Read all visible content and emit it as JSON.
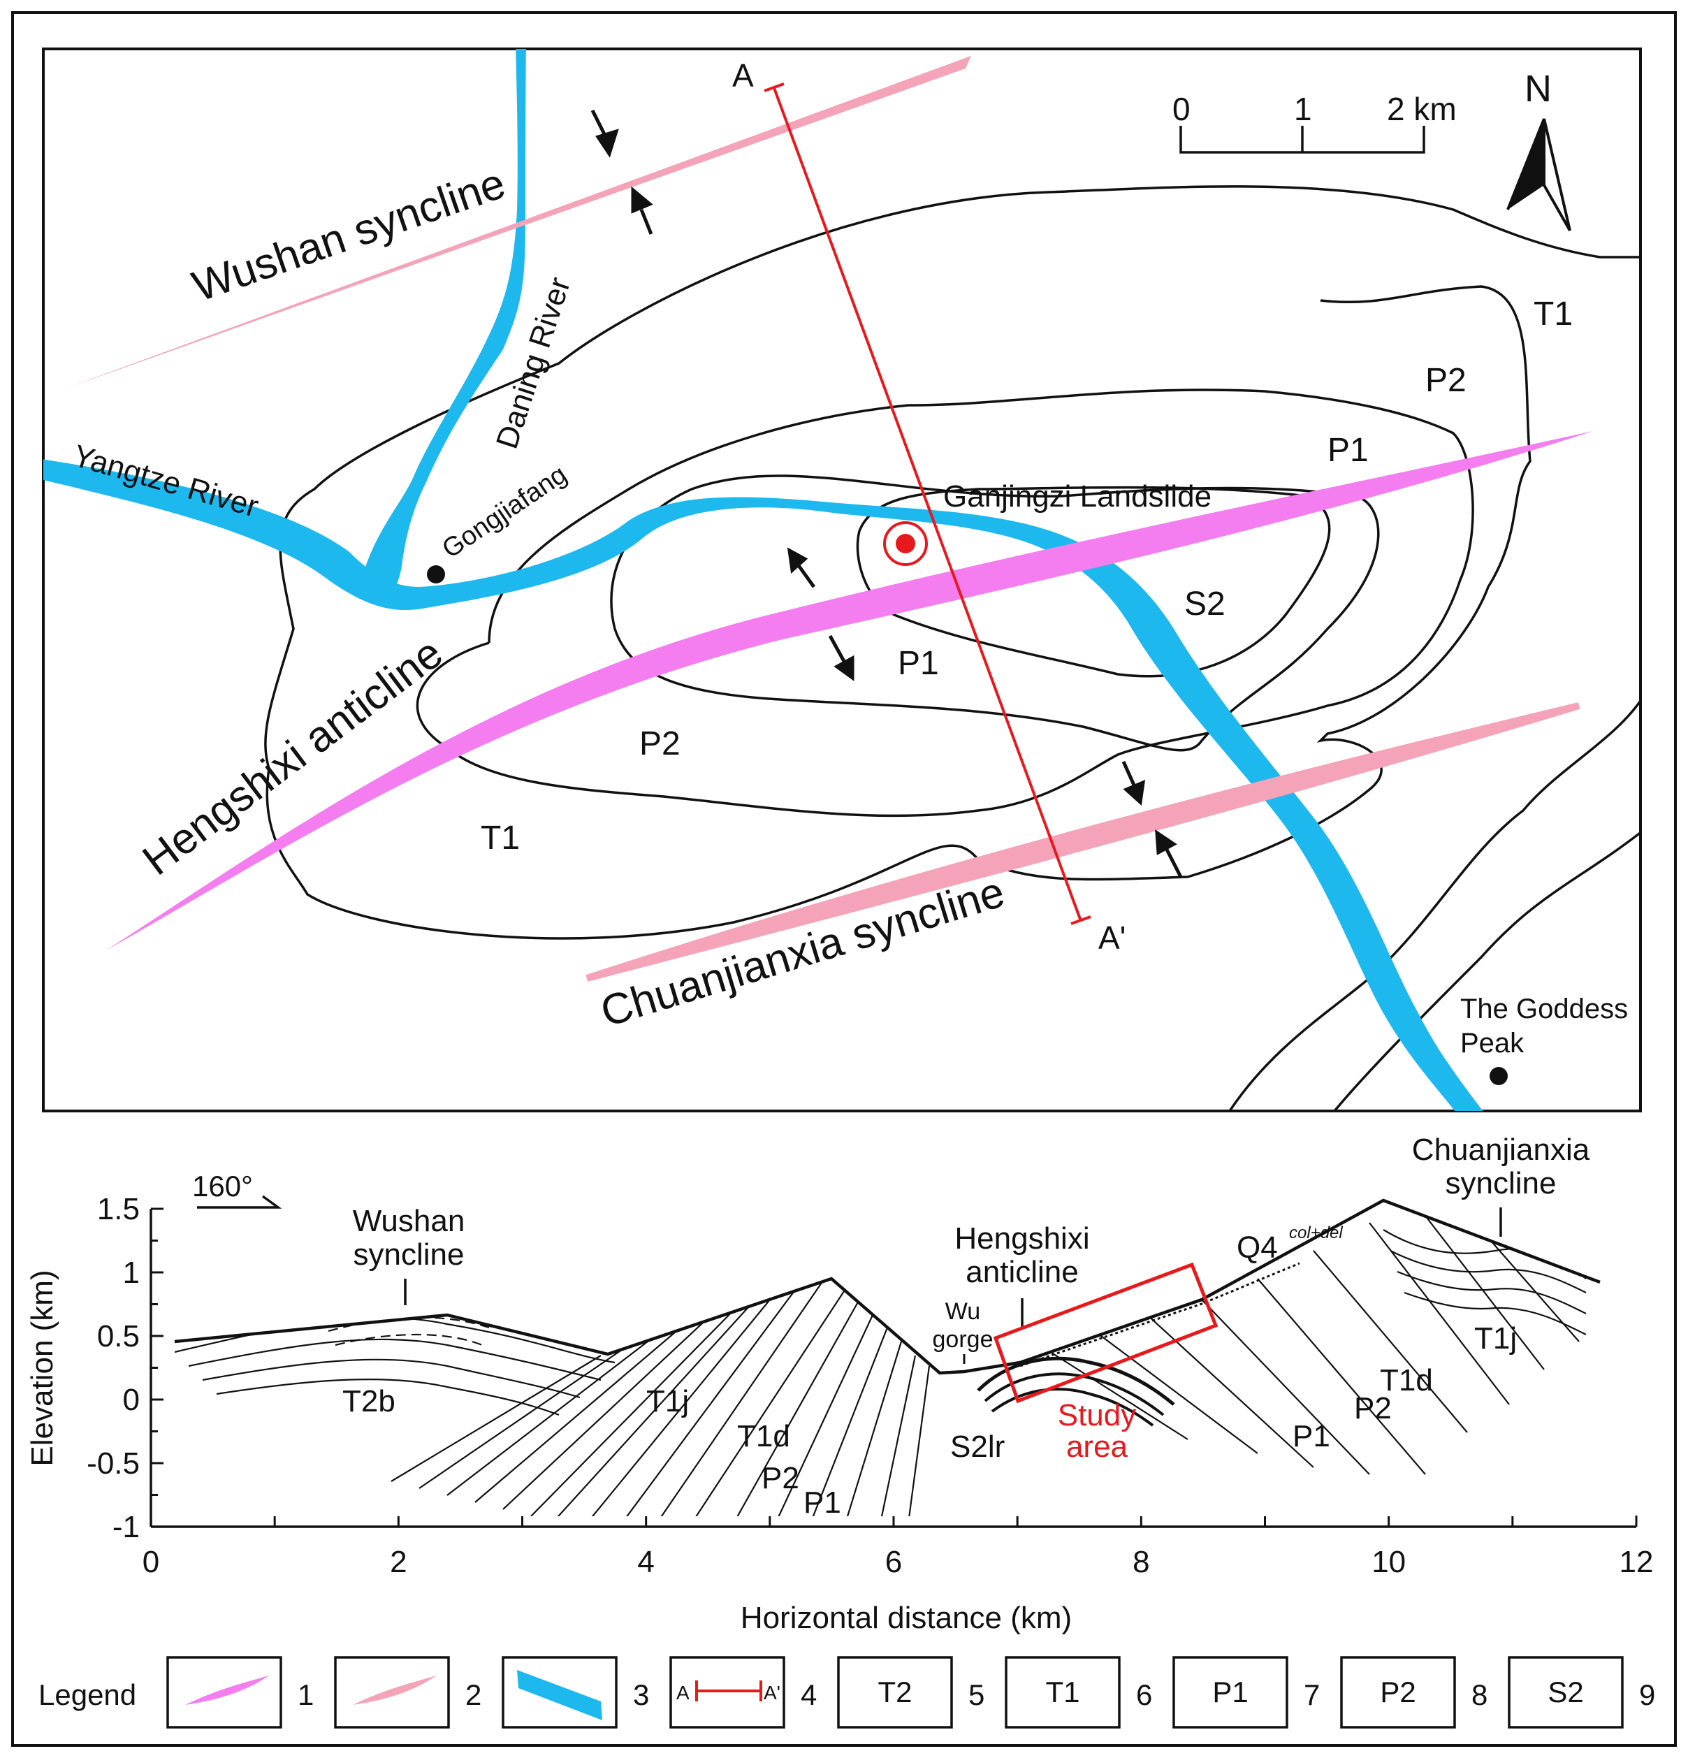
{
  "colors": {
    "anticline": "#f47ef0",
    "syncline": "#f4a3b8",
    "river": "#1cb8ee",
    "section_line": "#e8191d",
    "study_area": "#e8191d",
    "outline": "#111111"
  },
  "map": {
    "north_label": "N",
    "scale_ticks": [
      "0",
      "1",
      "2 km"
    ],
    "section_start": "A",
    "section_end": "A'",
    "folds": {
      "wushan": "Wushan syncline",
      "hengshixi": "Hengshixi anticline",
      "chuanjianxia": "Chuanjianxia syncline"
    },
    "rivers": {
      "yangtze": "Yangtze River",
      "daning": "Daning River"
    },
    "places": {
      "gongjiafang": "Gongjiafang",
      "landslide": "Ganjingzi Landslide",
      "goddess_line1": "The Goddess",
      "goddess_line2": "Peak"
    },
    "strata": {
      "t1_ne": "T1",
      "p2_ne": "P2",
      "p1_ne": "P1",
      "s2": "S2",
      "p1_inner": "P1",
      "p2_w": "P2",
      "t1_w": "T1"
    }
  },
  "section": {
    "direction": "160°",
    "xlabel": "Horizontal distance (km)",
    "ylabel": "Elevation (km)",
    "x_ticks": [
      "0",
      "2",
      "4",
      "6",
      "8",
      "10",
      "12"
    ],
    "y_ticks": [
      "1.5",
      "1",
      "0.5",
      "0",
      "-0.5",
      "-1"
    ],
    "xlim": [
      0,
      12
    ],
    "ylim": [
      -1,
      1.5
    ],
    "labels": {
      "wushan_1": "Wushan",
      "wushan_2": "syncline",
      "hengshixi_1": "Hengshixi",
      "hengshixi_2": "anticline",
      "chuanjianxia_1": "Chuanjianxia",
      "chuanjianxia_2": "syncline",
      "wu_gorge_1": "Wu",
      "wu_gorge_2": "gorge",
      "q4": "Q4",
      "q4_sup": "col+del",
      "study_1": "Study",
      "study_2": "area",
      "t2b": "T2b",
      "t1j_left": "T1j",
      "t1d_left": "T1d",
      "p2_left": "P2",
      "p1_left": "P1",
      "s2lr": "S2lr",
      "p1_right": "P1",
      "p2_right": "P2",
      "t1d_right": "T1d",
      "t1j_right": "T1j"
    }
  },
  "legend": {
    "title": "Legend",
    "items": [
      "1",
      "2",
      "3",
      "4",
      "5",
      "6",
      "7",
      "8",
      "9"
    ],
    "box4_left": "A",
    "box4_right": "A'",
    "box5": "T2",
    "box6": "T1",
    "box7": "P1",
    "box8": "P2",
    "box9": "S2"
  }
}
